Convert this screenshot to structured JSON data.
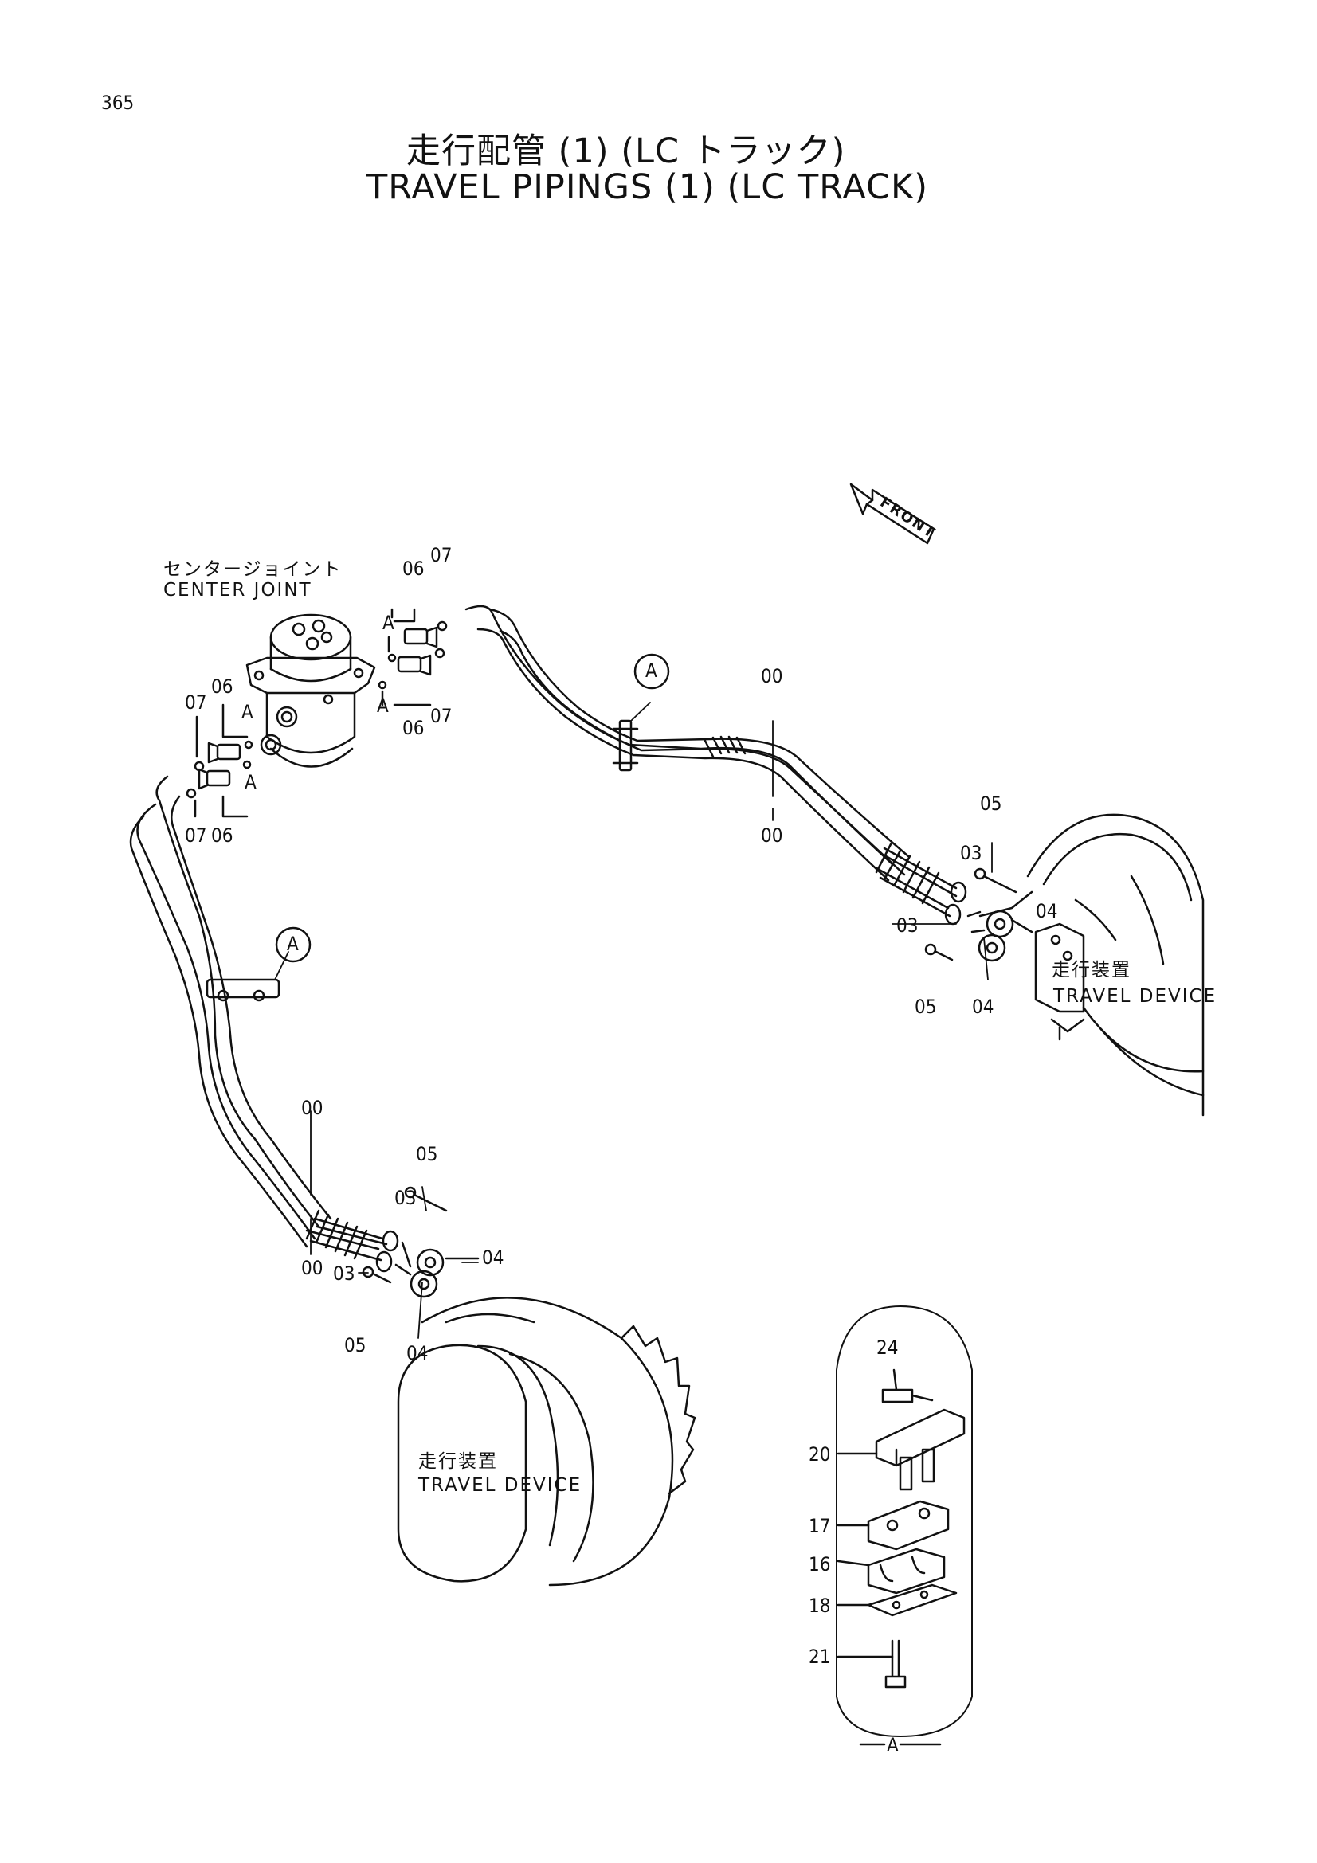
{
  "page": {
    "number": "365"
  },
  "title": {
    "japanese": "走行配管 (1) (LC トラック)",
    "english": "TRAVEL PIPINGS (1) (LC  TRACK)"
  },
  "labels": {
    "front": "FRONT",
    "center_joint_jp": "センタージョイント",
    "center_joint_en": "CENTER JOINT",
    "travel_device_right_jp": "走行装置",
    "travel_device_right_en": "TRAVEL DEVICE",
    "travel_device_left_jp": "走行装置",
    "travel_device_left_en": "TRAVEL DEVICE",
    "detail_ref": "A"
  },
  "callouts": {
    "c06_top": "06",
    "c07_top": "07",
    "cA_top1": "A",
    "cA_top2": "A",
    "c06_top2": "06",
    "c07_top2": "07",
    "c07_left": "07",
    "c06_left": "06",
    "cA_left1": "A",
    "cA_left2": "A",
    "c07_left2": "07",
    "c06_left2": "06",
    "cA_circle_top": "A",
    "cA_circle_left": "A",
    "c00_r1": "00",
    "c00_r2": "00",
    "c05_r1": "05",
    "c03_r1": "03",
    "c04_r1": "04",
    "c03_r2": "03",
    "c05_r2": "05",
    "c04_r2": "04",
    "c00_l1": "00",
    "c00_l2": "00",
    "c05_l1": "05",
    "c03_l1": "03",
    "c04_l1": "04",
    "c03_l2": "03",
    "c05_l2": "05",
    "c04_l2": "04",
    "c24": "24",
    "c20": "20",
    "c17": "17",
    "c16": "16",
    "c18": "18",
    "c21": "21"
  }
}
